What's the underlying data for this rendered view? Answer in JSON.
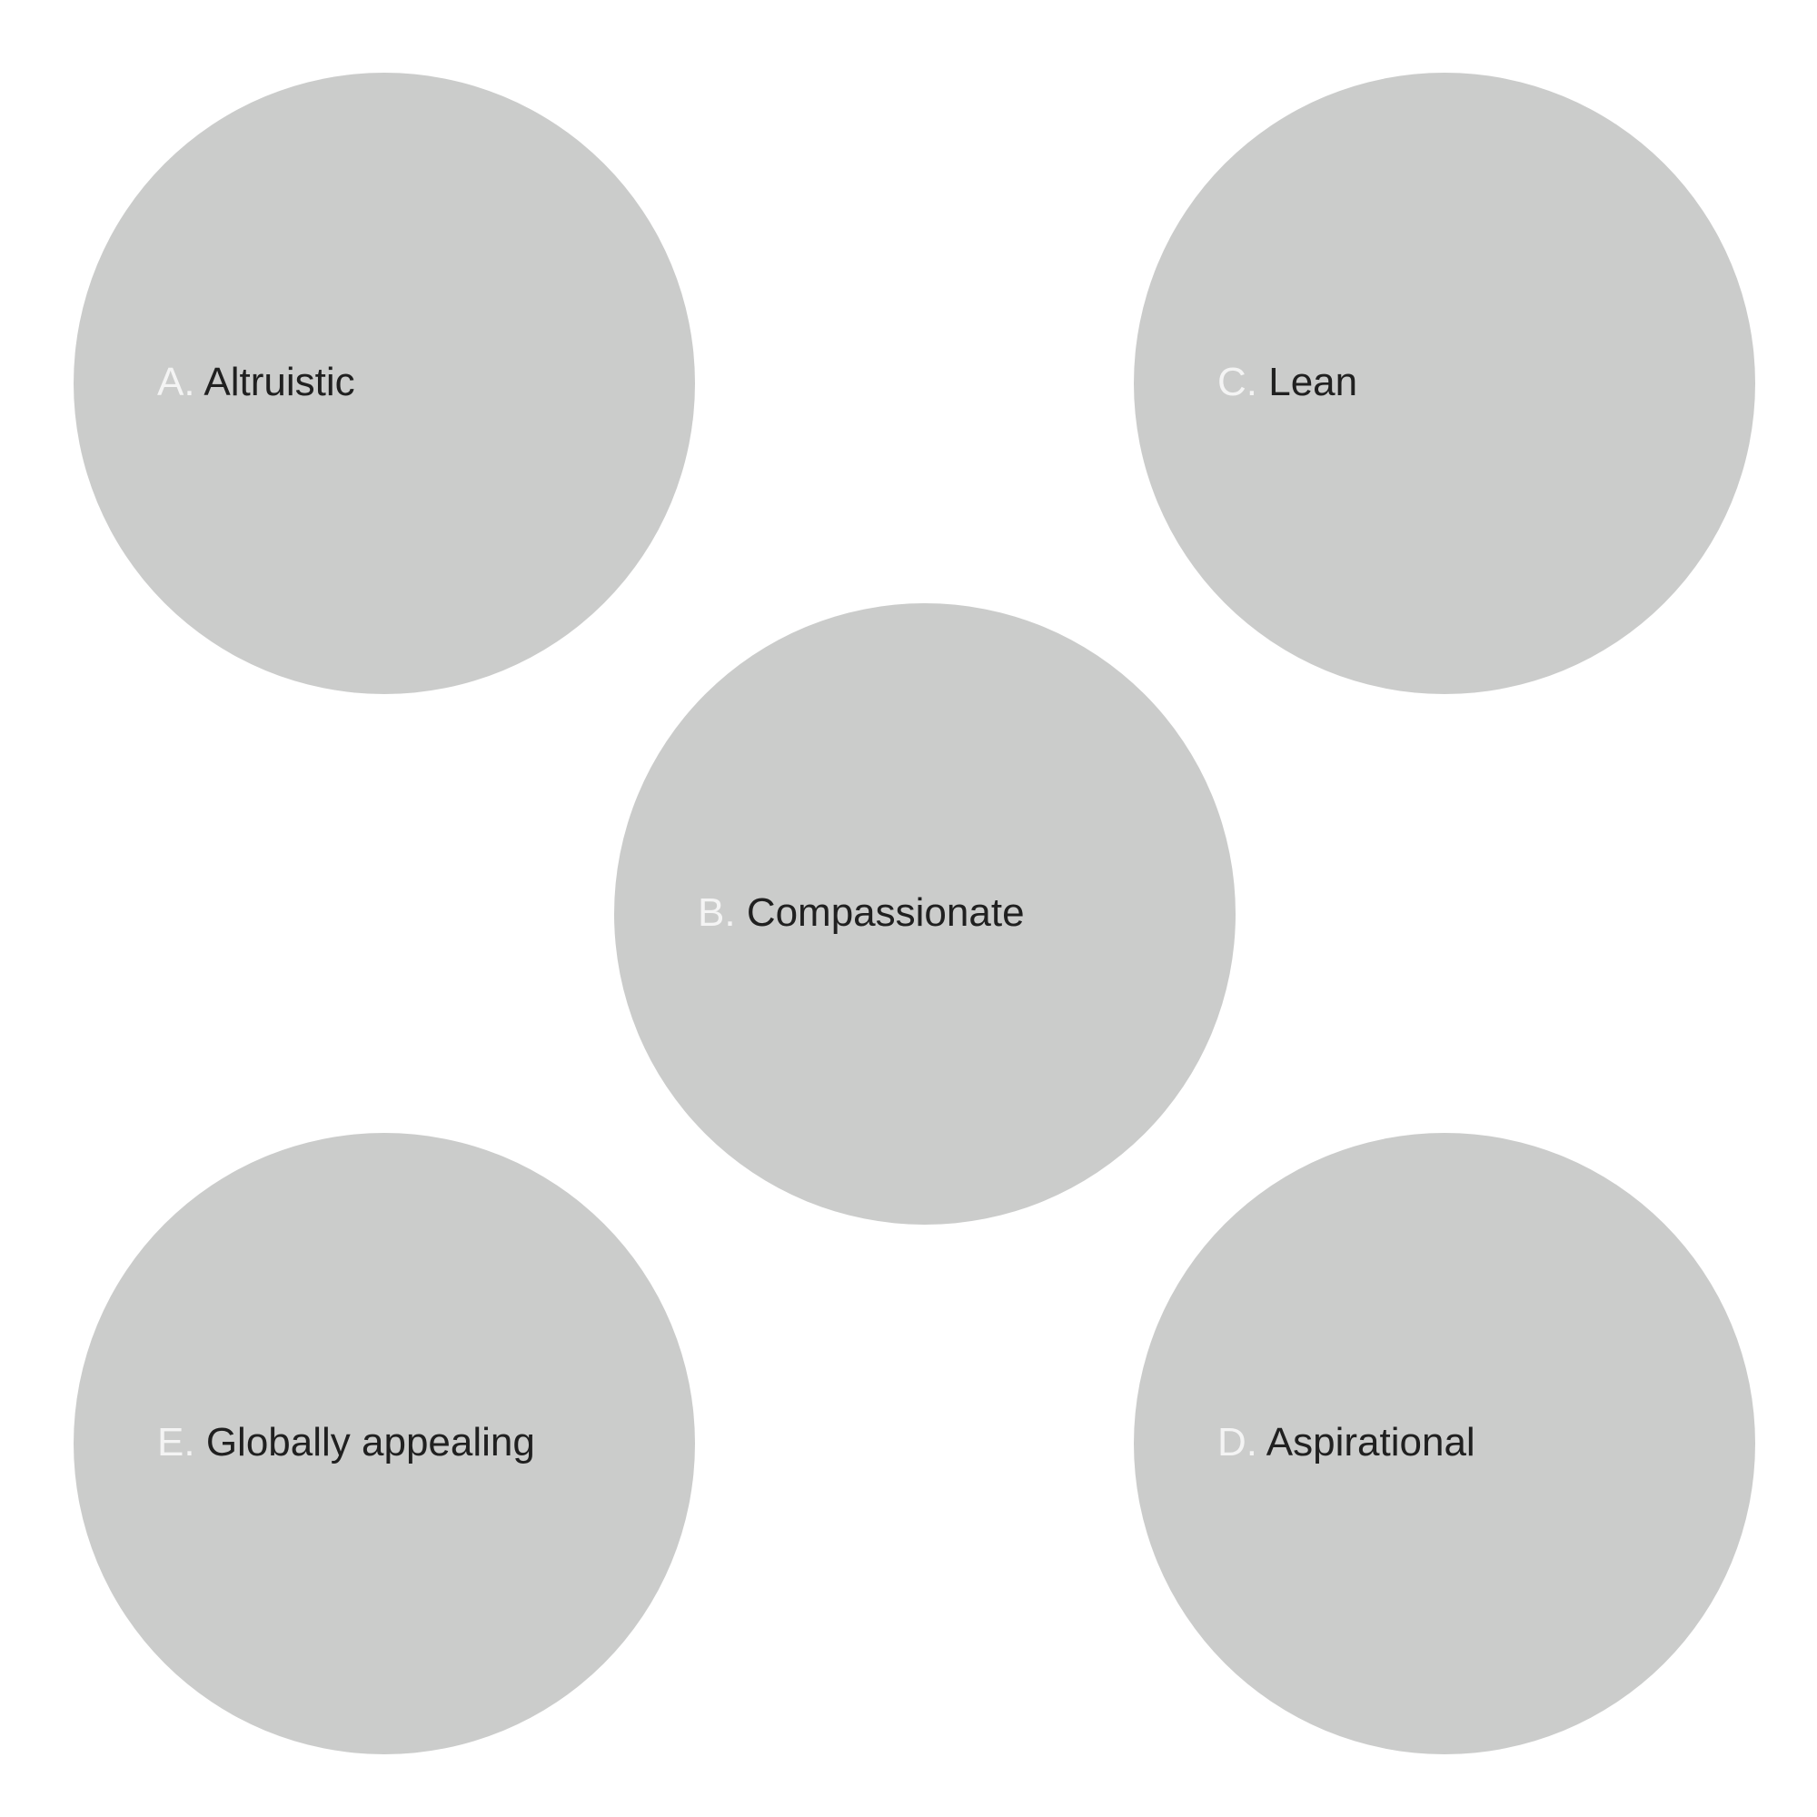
{
  "options": {
    "a": {
      "letter": "A.",
      "text": "Altruistic"
    },
    "b": {
      "letter": "B.",
      "text": "Compassionate"
    },
    "c": {
      "letter": "C.",
      "text": "Lean"
    },
    "d": {
      "letter": "D.",
      "text": "Aspirational"
    },
    "e": {
      "letter": "E.",
      "text": "Globally appealing"
    }
  },
  "colors": {
    "circle_fill": "#cbcccb",
    "letter": "#f4f4f4",
    "text": "#202020",
    "background": "#ffffff"
  }
}
